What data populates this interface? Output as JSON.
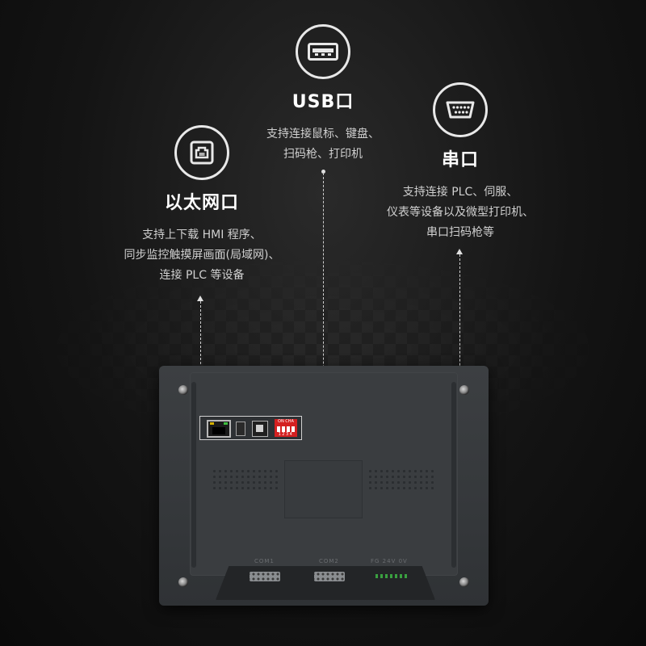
{
  "features": {
    "usb": {
      "icon": "usb-port-icon",
      "title": "USB口",
      "desc": [
        "支持连接鼠标、键盘、",
        "扫码枪、打印机"
      ]
    },
    "ethernet": {
      "icon": "ethernet-port-icon",
      "title": "以太网口",
      "desc": [
        "支持上下载 HMI 程序、",
        "同步监控触摸屏画面(局域网)、",
        "连接 PLC 等设备"
      ]
    },
    "serial": {
      "icon": "serial-port-icon",
      "title": "串口",
      "desc": [
        "支持连接 PLC、伺服、",
        "仪表等设备以及微型打印机、",
        "串口扫码枪等"
      ]
    }
  },
  "device": {
    "dip_label": "ON CHA",
    "dip_numbers": "1234",
    "com1_label": "COM1",
    "com2_label": "COM2",
    "power_label": "FG 24V 0V"
  },
  "colors": {
    "background": "#141414",
    "device_body": "#3a3d40",
    "dip_switch": "#d42020",
    "led_yellow": "#d4b000",
    "led_green": "#3fbf3f"
  }
}
